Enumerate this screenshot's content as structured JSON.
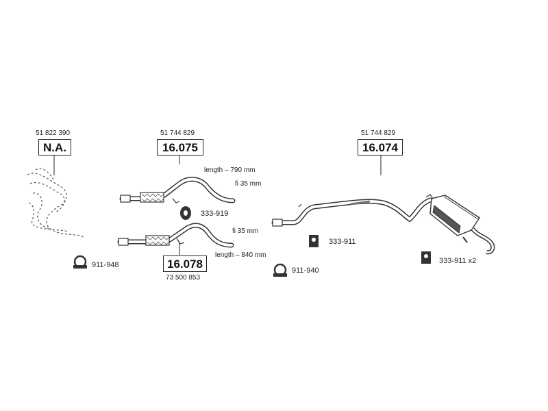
{
  "parts": {
    "na": {
      "box": "N.A.",
      "oe": "51 822 390"
    },
    "p16075": {
      "box": "16.075",
      "oe": "51 744 829",
      "length": "length – 790 mm",
      "diameter": "fi 35 mm"
    },
    "p16078": {
      "box": "16.078",
      "oe": "73 500 853",
      "length": "length – 840 mm",
      "diameter": "fi 35 mm"
    },
    "p16074": {
      "box": "16.074",
      "oe": "51 744 829"
    }
  },
  "accessories": {
    "clamp_left": "911-948",
    "mount_middle": "333-919",
    "mount_right_a": "333-911",
    "clamp_right": "911-940",
    "mount_right_b": "333-911 x2"
  }
}
